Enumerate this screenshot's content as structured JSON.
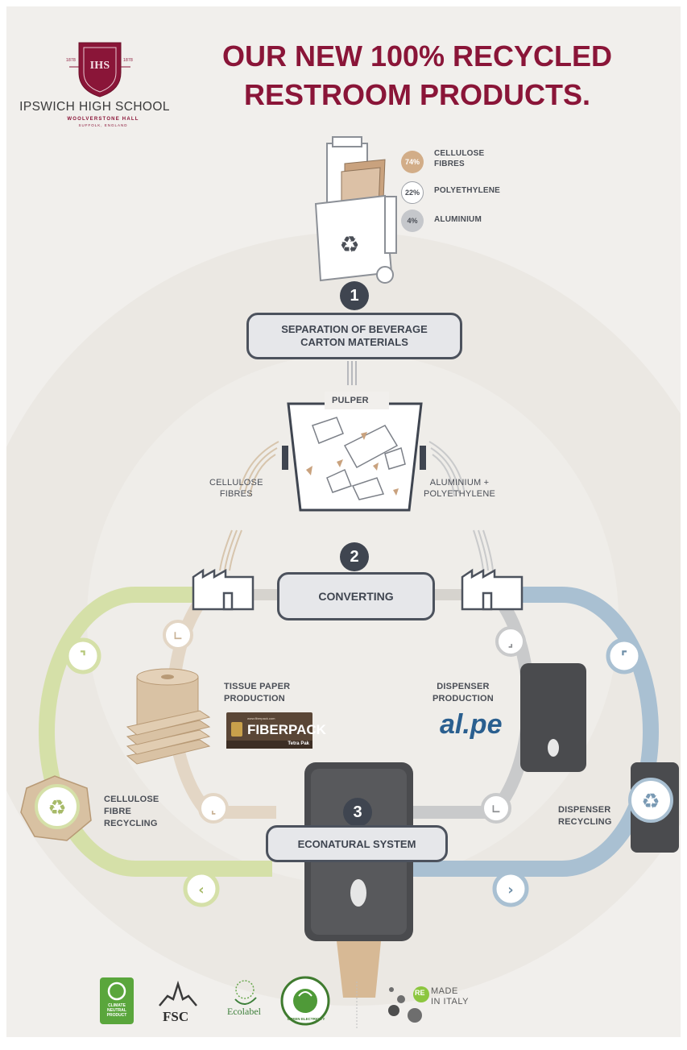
{
  "header": {
    "headline_line1": "OUR NEW 100% RECYCLED",
    "headline_line2": "RESTROOM PRODUCTS.",
    "school_name": "IPSWICH HIGH SCHOOL",
    "school_subtitle": "WOOLVERSTONE HALL",
    "school_location": "SUFFOLK, ENGLAND",
    "crest_year_left": "1878",
    "crest_year_right": "1878",
    "crest_monogram": "IHS"
  },
  "materials": [
    {
      "value": "74%",
      "label_line1": "CELLULOSE",
      "label_line2": "FIBRES",
      "color": "#d2ad88"
    },
    {
      "value": "22%",
      "label_line1": "POLYETHYLENE",
      "label_line2": "",
      "color": "#ffffff"
    },
    {
      "value": "4%",
      "label_line1": "ALUMINIUM",
      "label_line2": "",
      "color": "#c5c7cb"
    }
  ],
  "steps": [
    {
      "number": "1",
      "line1": "SEPARATION OF BEVERAGE",
      "line2": "CARTON MATERIALS"
    },
    {
      "number": "2",
      "line1": "CONVERTING",
      "line2": ""
    },
    {
      "number": "3",
      "line1": "ECONATURAL SYSTEM",
      "line2": ""
    }
  ],
  "labels": {
    "pulper": "PULPER",
    "cellulose_line1": "CELLULOSE",
    "cellulose_line2": "FIBRES",
    "alu_line1": "ALUMINIUM +",
    "alu_line2": "POLYETHYLENE",
    "tissue_line1": "TISSUE PAPER",
    "tissue_line2": "PRODUCTION",
    "dispenser_prod_line1": "DISPENSER",
    "dispenser_prod_line2": "PRODUCTION",
    "cell_recycling_line1": "CELLULOSE",
    "cell_recycling_line2": "FIBRE",
    "cell_recycling_line3": "RECYCLING",
    "disp_recycling_line1": "DISPENSER",
    "disp_recycling_line2": "RECYCLING"
  },
  "brands": {
    "fiberpack_small": "www.fiberpack.com",
    "fiberpack_name": "FIBERPACK",
    "fiberpack_partner": "Tetra Pak",
    "alpe": "al.pe"
  },
  "footer_logos": {
    "climate_line1": "CLIMATE",
    "climate_line2": "NEUTRAL",
    "climate_line3": "PRODUCT",
    "fsc": "FSC",
    "ecolabel": "Ecolabel",
    "green_electricity": "GREEN ELECTRICITY",
    "remade_re": "RE",
    "remade_made": "MADE",
    "remade_italy": "IN ITALY"
  },
  "colors": {
    "headline": "#8a1538",
    "green_loop": "#cfdc9a",
    "blue_loop": "#9fb8cc",
    "step_dark": "#3f4550"
  }
}
